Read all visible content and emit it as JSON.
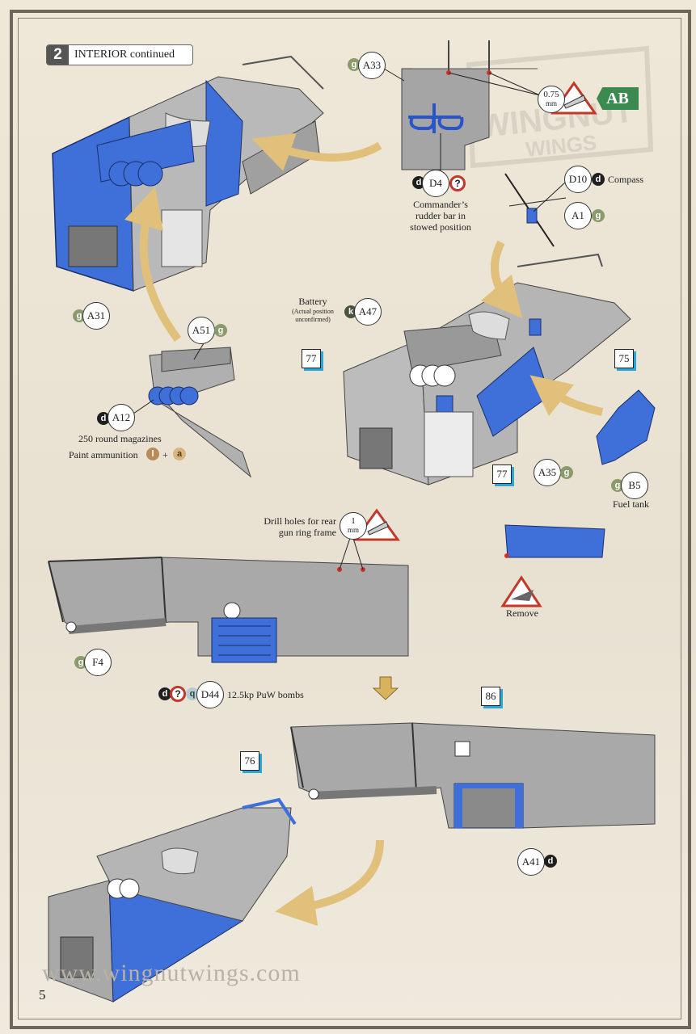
{
  "step": {
    "number": "2",
    "title": "INTERIOR continued"
  },
  "parts": {
    "a33": "A33",
    "d4": "D4",
    "d10": "D10",
    "a1": "A1",
    "a31": "A31",
    "a51": "A51",
    "a12": "A12",
    "a47": "A47",
    "a35": "A35",
    "b5": "B5",
    "f4": "F4",
    "d44": "D44",
    "a41": "A41"
  },
  "paint_codes": {
    "g": "g",
    "d": "d",
    "k": "k",
    "q": "q",
    "l": "l",
    "a": "a",
    "unknown": "?"
  },
  "callouts": {
    "c77a": "77",
    "c77b": "77",
    "c75": "75",
    "c76": "76",
    "c86": "86"
  },
  "labels": {
    "commander": [
      "Commander’s",
      "rudder bar in",
      "stowed position"
    ],
    "compass": "Compass",
    "battery": "Battery",
    "battery_note": [
      "(Actual position",
      "unconfirmed)"
    ],
    "magazines": "250 round magazines",
    "paint_ammo": "Paint ammunition",
    "plus": "+",
    "fuel_tank": "Fuel tank",
    "drill": [
      "Drill holes for rear",
      "gun ring frame"
    ],
    "remove": "Remove",
    "bombs": "12.5kp PuW bombs"
  },
  "drill_sizes": {
    "d075": "0.75",
    "d1": "1",
    "unit": "mm"
  },
  "badge": "AB",
  "watermark": [
    "WINGNUT",
    "WINGS"
  ],
  "footer": {
    "url": "www.wingnutwings.com",
    "page": "5"
  },
  "colors": {
    "blue_part": "#3f6fd8",
    "grey_part": "#a9a9a9",
    "arrow": "#e0c07a",
    "callout_shadow": "#2aa6d8"
  }
}
